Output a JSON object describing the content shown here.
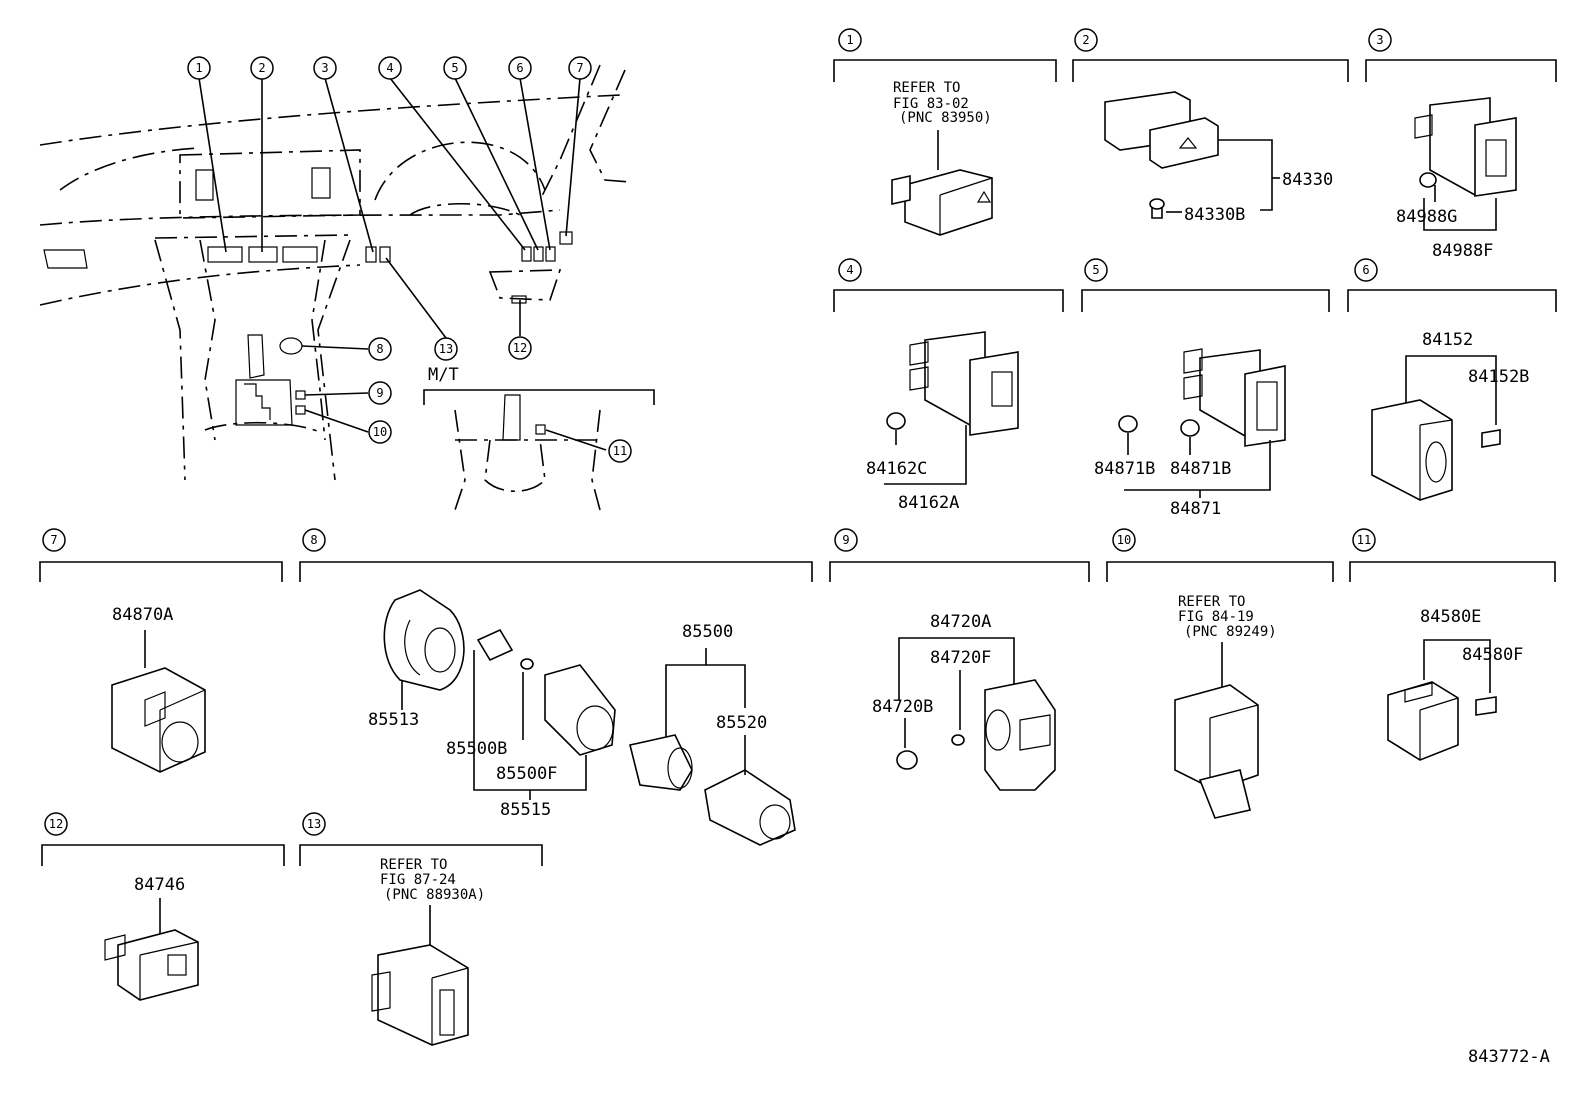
{
  "diagram_id": "843772-A",
  "callouts": [
    "1",
    "2",
    "3",
    "4",
    "5",
    "6",
    "7",
    "8",
    "9",
    "10",
    "11",
    "12",
    "13"
  ],
  "mt_label": "M/T",
  "sections": {
    "s1": {
      "index": "1",
      "refer": [
        "REFER TO",
        "FIG 83-02",
        "(PNC 83950)"
      ]
    },
    "s2": {
      "index": "2",
      "parts": [
        "84330",
        "84330B"
      ]
    },
    "s3": {
      "index": "3",
      "parts": [
        "84988G",
        "84988F"
      ]
    },
    "s4": {
      "index": "4",
      "parts": [
        "84162C",
        "84162A"
      ]
    },
    "s5": {
      "index": "5",
      "parts": [
        "84871B",
        "84871B",
        "84871"
      ]
    },
    "s6": {
      "index": "6",
      "parts": [
        "84152",
        "84152B"
      ]
    },
    "s7": {
      "index": "7",
      "parts": [
        "84870A"
      ]
    },
    "s8": {
      "index": "8",
      "parts": [
        "85500",
        "85513",
        "85520",
        "85500B",
        "85500F",
        "85515"
      ]
    },
    "s9": {
      "index": "9",
      "parts": [
        "84720A",
        "84720F",
        "84720B"
      ]
    },
    "s10": {
      "index": "10",
      "refer": [
        "REFER TO",
        "FIG 84-19",
        "(PNC 89249)"
      ]
    },
    "s11": {
      "index": "11",
      "parts": [
        "84580E",
        "84580F"
      ]
    },
    "s12": {
      "index": "12",
      "parts": [
        "84746"
      ]
    },
    "s13": {
      "index": "13",
      "refer": [
        "REFER TO",
        "FIG 87-24",
        "(PNC 88930A)"
      ]
    }
  }
}
